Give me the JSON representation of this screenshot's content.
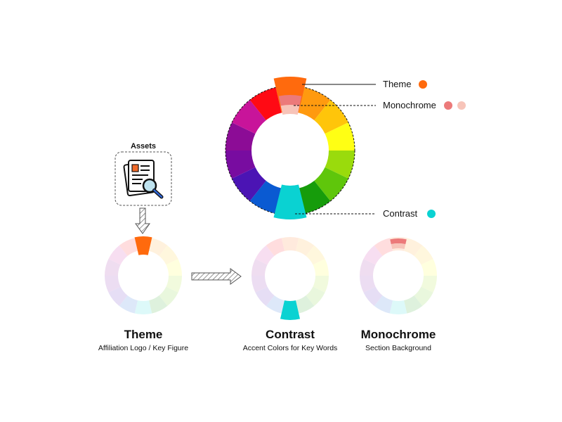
{
  "wheel_colors": {
    "red": "#ff0a14",
    "orange": "#ff6a0d",
    "amber": "#ff9a0f",
    "yellow_orange": "#ffc50a",
    "yellow": "#ffff14",
    "yellow_green": "#9adb0c",
    "green": "#5fc60b",
    "dark_green": "#169c0b",
    "cyan": "#0ad2d2",
    "blue": "#0a5ad2",
    "indigo": "#4b14b4",
    "violet": "#780ca0",
    "purple": "#8c0c96",
    "magenta": "#c8149a"
  },
  "highlight_colors": {
    "theme": "#ff6a0d",
    "monochrome_dark": "#ec7a7a",
    "monochrome_light": "#f7c4b9",
    "contrast": "#0ad2d2"
  },
  "legend": {
    "theme_label": "Theme",
    "monochrome_label": "Monochrome",
    "contrast_label": "Contrast"
  },
  "assets": {
    "title": "Assets",
    "icon": "document-search-icon"
  },
  "columns": [
    {
      "title": "Theme",
      "subtitle": "Affiliation Logo / Key Figure"
    },
    {
      "title": "Contrast",
      "subtitle": "Accent Colors for Key Words"
    },
    {
      "title": "Monochrome",
      "subtitle": "Section Background"
    }
  ]
}
